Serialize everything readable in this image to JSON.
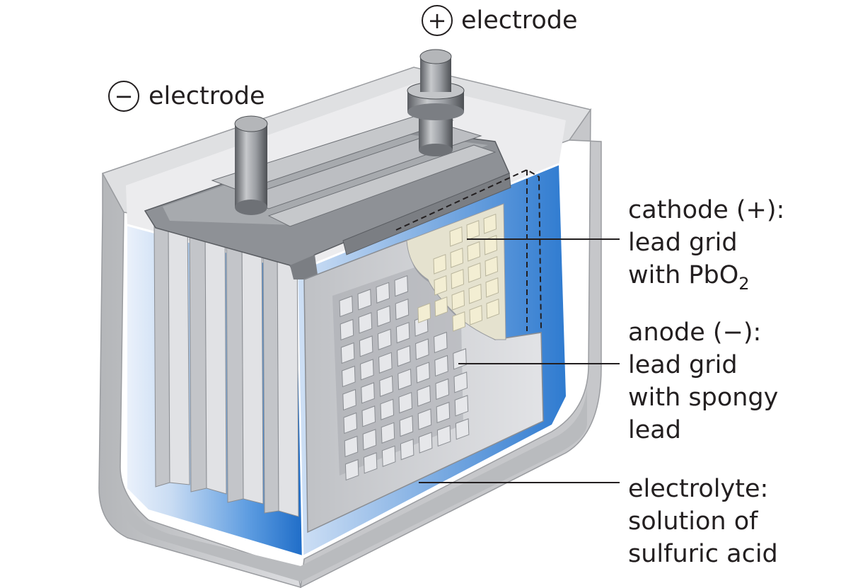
{
  "terminals": {
    "positive": {
      "symbol": "+",
      "label": "electrode"
    },
    "negative": {
      "symbol": "−",
      "label": "electrode"
    }
  },
  "callouts": {
    "cathode": {
      "line1": "cathode (+):",
      "line2": "lead grid",
      "line3": "with PbO",
      "subscript": "2"
    },
    "anode": {
      "line1": "anode (−):",
      "line2": "lead grid",
      "line3": "with spongy",
      "line4": "lead"
    },
    "electrolyte": {
      "line1": "electrolyte:",
      "line2": "solution of",
      "line3": "sulfuric acid"
    }
  },
  "colors": {
    "electrolyte": "#3f86d6",
    "casing": "#c9cacc",
    "plate": "#d3d5d8",
    "cathode_grid": "#f3eed3",
    "strap": "#8e9196"
  }
}
